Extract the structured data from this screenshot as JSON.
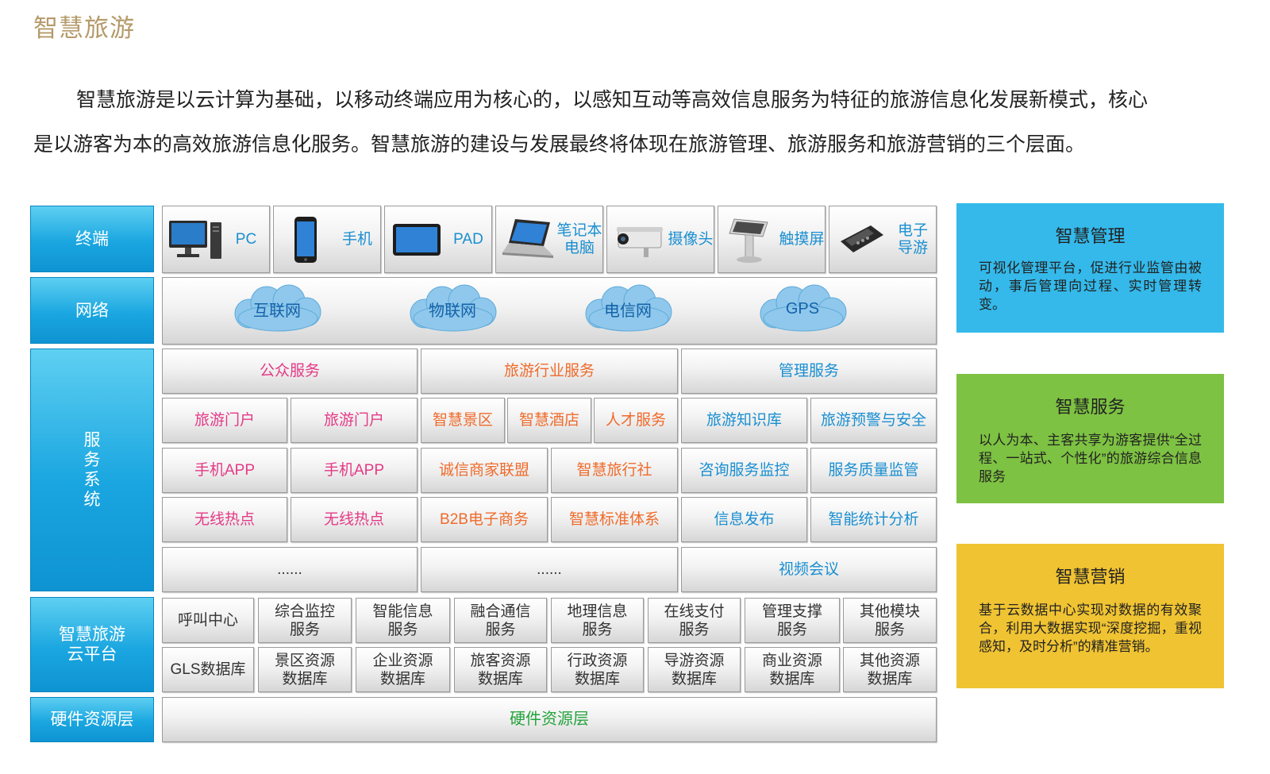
{
  "title": "智慧旅游",
  "intro": {
    "line1": "智慧旅游是以云计算为基础，以移动终端应用为核心的，以感知互动等高效信息服务为特征的旅游信息化发展新模式，核心",
    "line2": "是以游客为本的高效旅游信息化服务。智慧旅游的建设与发展最终将体现在旅游管理、旅游服务和旅游营销的三个层面。"
  },
  "layers": {
    "terminal": "终端",
    "network": "网络",
    "service": "服\n务\n系\n统",
    "cloud": "智慧旅游\n云平台",
    "hardware": "硬件资源层"
  },
  "terminals": [
    {
      "label": "PC",
      "icon": "desktop-pc-icon"
    },
    {
      "label": "手机",
      "icon": "smartphone-icon"
    },
    {
      "label": "PAD",
      "icon": "tablet-icon"
    },
    {
      "label": "笔记本\n电脑",
      "icon": "laptop-icon"
    },
    {
      "label": "摄像头",
      "icon": "camera-icon"
    },
    {
      "label": "触摸屏",
      "icon": "touch-kiosk-icon"
    },
    {
      "label": "电子\n导游",
      "icon": "e-guide-device-icon"
    }
  ],
  "networks": [
    "互联网",
    "物联网",
    "电信网",
    "GPS"
  ],
  "service": {
    "headers": [
      "公众服务",
      "旅游行业服务",
      "管理服务"
    ],
    "row1": [
      "旅游门户",
      "旅游门户",
      "智慧景区",
      "智慧酒店",
      "人才服务",
      "旅游知识库",
      "旅游预警与安全"
    ],
    "row2": [
      "手机APP",
      "手机APP",
      "诚信商家联盟",
      "智慧旅行社",
      "咨询服务监控",
      "服务质量监管"
    ],
    "row3": [
      "无线热点",
      "无线热点",
      "B2B电子商务",
      "智慧标准体系",
      "信息发布",
      "智能统计分析"
    ],
    "row4": [
      "......",
      "......",
      "视频会议"
    ]
  },
  "cloud_platform": {
    "row1": [
      "呼叫中心",
      "综合监控\n服务",
      "智能信息\n服务",
      "融合通信\n服务",
      "地理信息\n服务",
      "在线支付\n服务",
      "管理支撑\n服务",
      "其他模块\n服务"
    ],
    "row2": [
      "GLS数据库",
      "景区资源\n数据库",
      "企业资源\n数据库",
      "旅客资源\n数据库",
      "行政资源\n数据库",
      "导游资源\n数据库",
      "商业资源\n数据库",
      "其他资源\n数据库"
    ]
  },
  "hardware_bar": "硬件资源层",
  "panels": [
    {
      "title": "智慧管理",
      "text": "可视化管理平台，促进行业监管由被动，事后管理向过程、实时管理转变。",
      "color": "#34b9ea"
    },
    {
      "title": "智慧服务",
      "text": "以人为本、主客共享为游客提供“全过程、一站式、个性化”的旅游综合信息服务",
      "color": "#7dc242"
    },
    {
      "title": "智慧营销",
      "text": "基于云数据中心实现对数据的有效聚合，利用大数据实现“深度挖掘，重视感知，及时分析”的精准营销。",
      "color": "#f0c332"
    }
  ],
  "colors": {
    "layer_blue": "#1aa6e0",
    "public_service": "#e43a86",
    "industry_service": "#ef6b2b",
    "management_service": "#1a8fd1",
    "hardware_text": "#24a33c",
    "title_gold": "#b59a6a"
  }
}
